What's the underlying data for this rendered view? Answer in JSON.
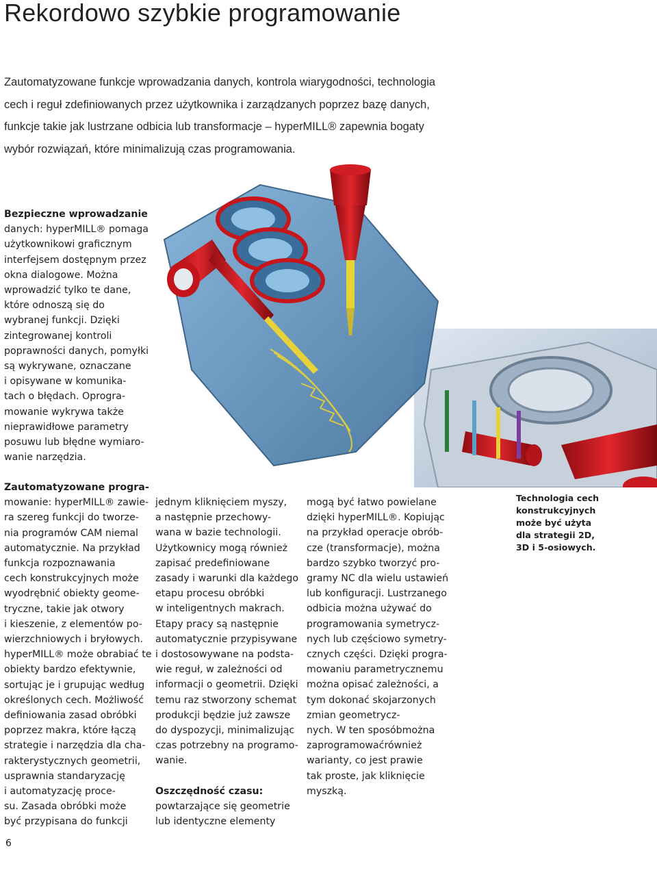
{
  "title": "Rekordowo szybkie programowanie",
  "intro_lines": [
    "Zautomatyzowane funkcje wprowadzania danych, kontrola wiarygodności, technologia",
    "cech i reguł zdefiniowanych przez użytkownika i zarządzanych poprzez bazę danych,",
    "funkcje takie jak lustrzane odbicia lub transformacje – hyperMILL® zapewnia bogaty",
    "wybór rozwiązań, które minimalizują czas programowania."
  ],
  "side_lines": [
    "Bezpieczne wprowadzanie",
    "danych: hyperMILL® pomaga",
    "użytkownikowi graficznym",
    "interfejsem dostępnym przez",
    "okna dialogowe. Można",
    "wprowadzić tylko te dane,",
    "które odnoszą się do",
    "wybranej funkcji. Dzięki",
    "zintegrowanej kontroli",
    "poprawności danych, pomyłki",
    "są wykrywane, oznaczane",
    "i opisywane w komunika-",
    "tach o błędach. Oprogra-",
    "mowanie wykrywa także",
    "nieprawidłowe parametry",
    "posuwu lub błędne wymiaro-",
    "wanie narzędzia."
  ],
  "col1_lines": [
    "Zautomatyzowane progra-",
    "mowanie: hyperMILL® zawie-",
    "ra szereg funkcji do tworze-",
    "nia programów CAM niemal",
    "automatycznie. Na przykład",
    "funkcja rozpoznawania",
    "cech konstrukcyjnych może",
    "wyodrębnić obiekty geome-",
    "tryczne, takie jak otwory",
    "i kieszenie, z elementów po-",
    "wierzchniowych i bryłowych.",
    "hyperMILL® może obrabiać te",
    "obiekty bardzo efektywnie,",
    "sortując je i grupując według",
    "określonych cech. Możliwość",
    "definiowania zasad obróbki",
    "poprzez makra, które łączą",
    "strategie i narzędzia dla cha-",
    "rakterystycznych geometrii,",
    "usprawnia standaryzację",
    "i automatyzację proce-",
    "su. Zasada obróbki może",
    "być przypisana do funkcji"
  ],
  "col2_lines": [
    "jednym kliknięciem myszy,",
    "a następnie przechowy-",
    "wana w bazie technologii.",
    "Użytkownicy mogą również",
    "zapisać predefiniowane",
    "zasady i warunki dla każdego",
    "etapu procesu obróbki",
    "w inteligentnych makrach.",
    "Etapy pracy są następnie",
    "automatycznie przypisywane",
    "i dostosowywane na podsta-",
    "wie reguł, w zależności od",
    "informacji o geometrii. Dzięki",
    "temu raz stworzony schemat",
    "produkcji będzie już zawsze",
    "do dyspozycji, minimalizując",
    "czas potrzebny na programo-",
    "wanie.",
    "",
    "Oszczędność czasu:",
    "powtarzające się geometrie",
    "lub identyczne elementy"
  ],
  "col3_lines": [
    "mogą być łatwo powielane",
    "dzięki hyperMILL®. Kopiując",
    "na przykład operacje obrób-",
    "cze (transformacje), można",
    "bardzo szybko tworzyć pro-",
    "gramy NC dla wielu ustawień",
    "lub konfiguracji. Lustrzanego",
    "odbicia można używać do",
    "programowania symetrycz-",
    "nych lub częściowo symetry-",
    "cznych części. Dzięki progra-",
    "mowaniu parametrycznemu",
    "można opisać zależności, a",
    "tym dokonać skojarzonych",
    "zmian geometrycz-",
    "nych. W ten sposóbmożna",
    "zaprogramowaćrównież",
    "warianty, co jest prawie",
    "tak proste, jak kliknięcie",
    "myszką."
  ],
  "caption_lines": [
    "Technologia cech",
    "konstrukcyjnych",
    "może być użyta",
    "dla strategii 2D,",
    "3D i 5-osiowych."
  ],
  "page_number": "6",
  "colors": {
    "tool_red": "#c0161c",
    "part_blue": "#5f8fb8",
    "toolpath_yellow": "#e8d23a"
  }
}
